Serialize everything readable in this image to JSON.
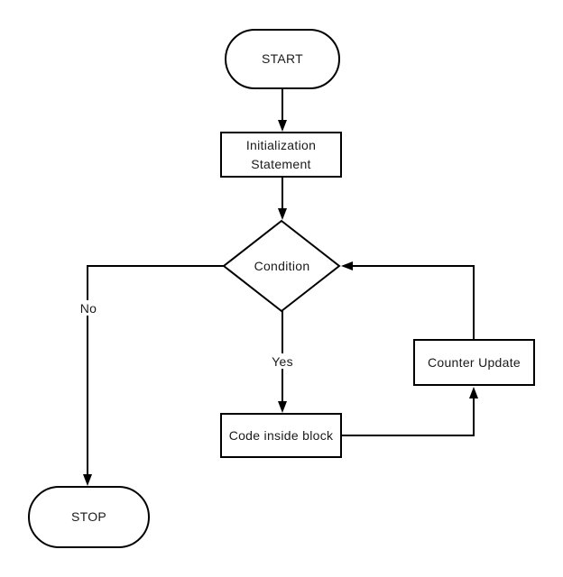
{
  "diagram": {
    "type": "flowchart",
    "background": "#ffffff",
    "stroke_color": "#000000",
    "text_color": "#1a1a1a",
    "nodes": {
      "start": {
        "label": "START",
        "shape": "stadium"
      },
      "init": {
        "label": "Initialization Statement",
        "shape": "rectangle"
      },
      "cond": {
        "label": "Condition",
        "shape": "diamond"
      },
      "code": {
        "label": "Code inside block",
        "shape": "rectangle"
      },
      "counter": {
        "label": "Counter Update",
        "shape": "rectangle"
      },
      "stop": {
        "label": "STOP",
        "shape": "stadium"
      }
    },
    "edges": [
      {
        "from": "start",
        "to": "init",
        "label": ""
      },
      {
        "from": "init",
        "to": "cond",
        "label": ""
      },
      {
        "from": "cond",
        "to": "stop",
        "label": "No"
      },
      {
        "from": "cond",
        "to": "code",
        "label": "Yes"
      },
      {
        "from": "code",
        "to": "counter",
        "label": ""
      },
      {
        "from": "counter",
        "to": "cond",
        "label": ""
      }
    ]
  }
}
